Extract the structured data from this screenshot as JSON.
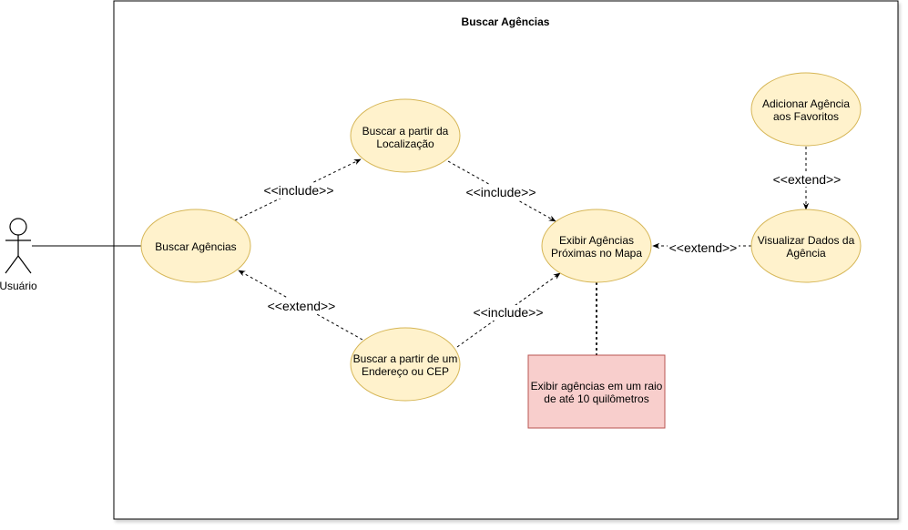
{
  "diagram": {
    "title": "Buscar Agências",
    "actor": {
      "name": "Usuário"
    },
    "use_cases": {
      "buscar_agencias": [
        "Buscar Agências"
      ],
      "buscar_localizacao": [
        "Buscar a partir da",
        "Localização"
      ],
      "buscar_endereco": [
        "Buscar a partir de um",
        "Endereço ou CEP"
      ],
      "exibir_agencias": [
        "Exibir Agências",
        "Próximas no Mapa"
      ],
      "visualizar_dados": [
        "Visualizar Dados da",
        "Agência"
      ],
      "adicionar_favoritos": [
        "Adicionar Agência",
        "aos Favoritos"
      ]
    },
    "note": [
      "Exibir agências em um raio",
      "de até 10 quilômetros"
    ],
    "relations": {
      "include_1": "<<include>>",
      "include_2": "<<include>>",
      "include_3": "<<include>>",
      "extend_1": "<<extend>>",
      "extend_2": "<<extend>>",
      "extend_3": "<<extend>>"
    },
    "colors": {
      "use_case_fill": "#fff2cc",
      "use_case_stroke": "#d6b656",
      "note_fill": "#f8cecc",
      "note_stroke": "#b85450",
      "line": "#000000"
    }
  }
}
